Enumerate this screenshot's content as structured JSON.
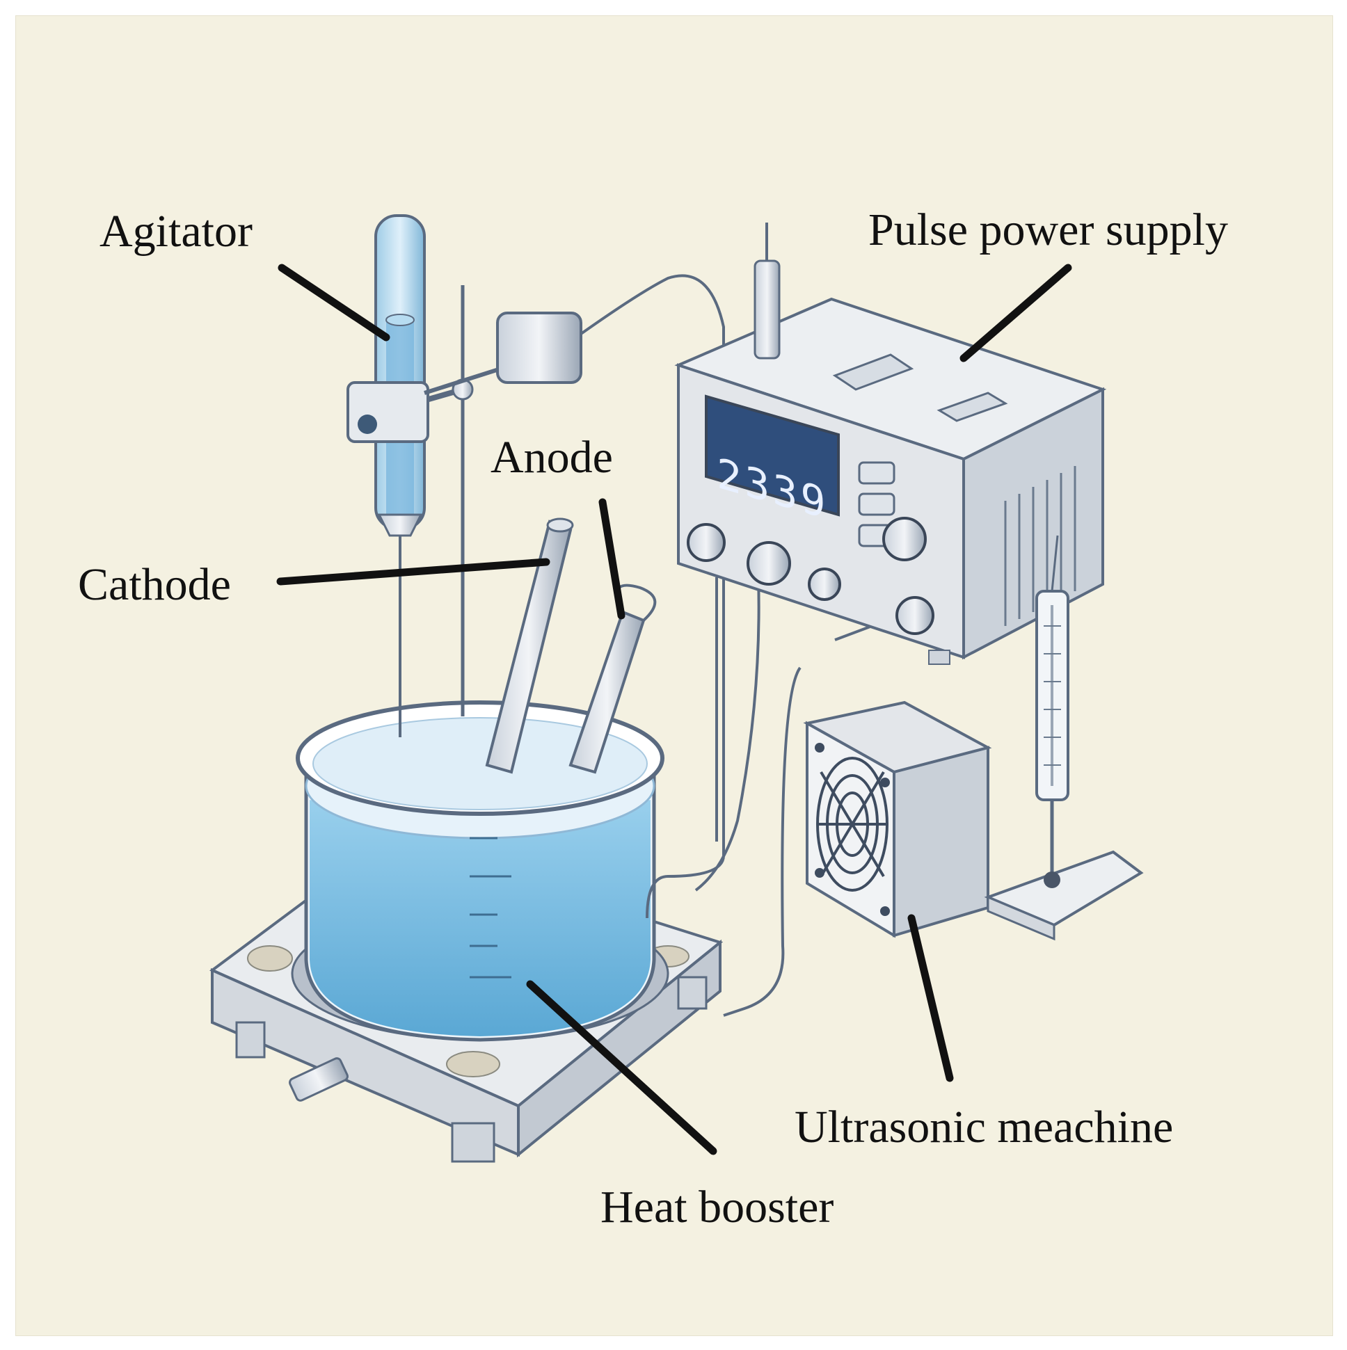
{
  "labels": {
    "agitator": "Agitator",
    "pulse_power_supply": "Pulse power supply",
    "anode": "Anode",
    "cathode": "Cathode",
    "ultrasonic_machine": "Ultrasonic meachine",
    "heat_booster": "Heat booster"
  },
  "power_supply": {
    "display_value": "2339"
  },
  "colors": {
    "background": "#f4f1e1",
    "liquid": "#5fb0dc",
    "device_body": "#e3e6ea",
    "outline": "#5a6a80",
    "leader_line": "#111111"
  }
}
